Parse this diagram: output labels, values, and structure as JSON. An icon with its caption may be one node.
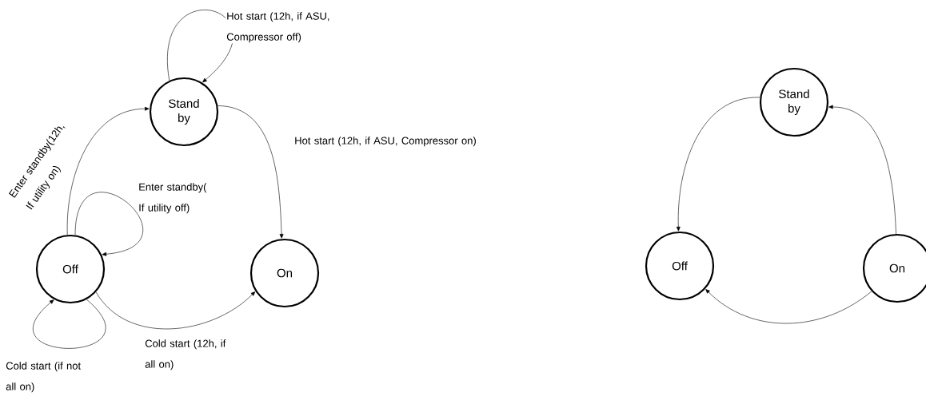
{
  "diagram": {
    "nodes": [
      {
        "text": [
          "Stand by"
        ]
      },
      {
        "text": [
          "Off"
        ]
      },
      {
        "text": [
          "On"
        ]
      },
      {
        "text": [
          "Stand by"
        ]
      },
      {
        "text": [
          "Off"
        ]
      },
      {
        "text": [
          "On"
        ]
      }
    ],
    "edges": [
      {
        "from": 0,
        "to": 0,
        "arrow": "to",
        "label": "Hot start (12h, if ASU, Compressor off)"
      },
      {
        "from": 0,
        "to": 2,
        "arrow": "to",
        "label": "Hot start (12h, if ASU, Compressor on)"
      },
      {
        "from": 1,
        "to": 0,
        "arrow": "to",
        "label": "Enter standby(12h, If utility on)"
      },
      {
        "from": 1,
        "to": 1,
        "arrow": "to",
        "label": "Enter standby( If utility off)"
      },
      {
        "from": 1,
        "to": 1,
        "arrow": "to",
        "label": "Cold start (if not all on)"
      },
      {
        "from": 1,
        "to": 2,
        "arrow": "to",
        "label": "Cold start (12h, if all on)"
      },
      {
        "from": 3,
        "to": 4,
        "arrow": "to"
      },
      {
        "from": 5,
        "to": 3,
        "arrow": "to"
      },
      {
        "from": 5,
        "to": 4,
        "arrow": "to"
      }
    ]
  }
}
